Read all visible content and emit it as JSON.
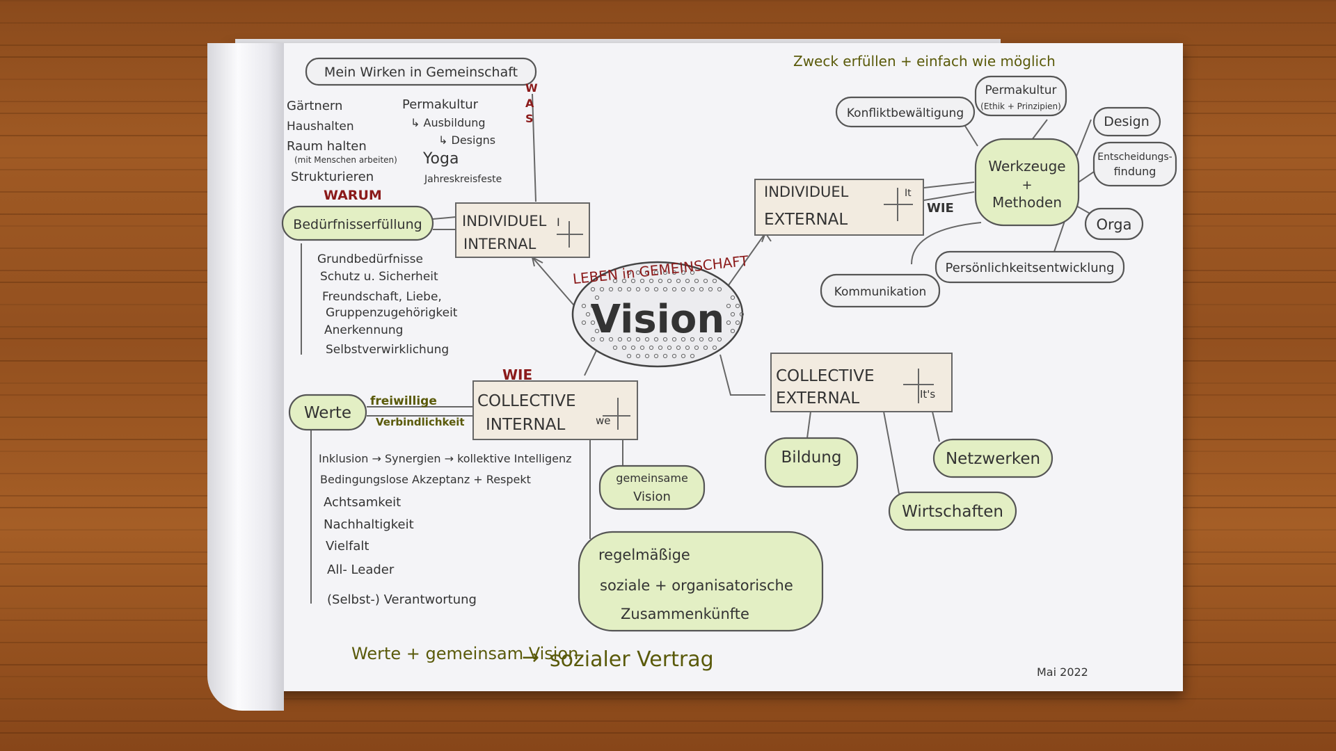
{
  "center": {
    "title": "Vision",
    "arc_label": "LEBEN in GEMEINSCHAFT"
  },
  "top_note": "Zweck erfüllen + einfach wie möglich",
  "date": "Mai 2022",
  "bottom_formula": {
    "left": "Werte + gemeinsam Vision",
    "arrow": "→",
    "right": "sozialer Vertrag"
  },
  "ii": {
    "line1": "INDIVIDUEL",
    "line2": "INTERNAL",
    "tag": "I",
    "header": "Mein Wirken in Gemeinschaft",
    "was": "WAS",
    "was_left": [
      "Gärtnern",
      "Haushalten",
      "Raum halten",
      "Strukturieren"
    ],
    "was_left_note": "(mit Menschen arbeiten)",
    "was_right": [
      "Permakultur",
      "↳ Ausbildung",
      "↳ Designs",
      "Yoga",
      "Jahreskreisfeste"
    ],
    "warum": "WARUM",
    "needs_bubble": "Bedürfnisserfüllung",
    "needs": [
      "Grundbedürfnisse",
      "Schutz u. Sicherheit",
      "Freundschaft, Liebe,",
      "Gruppenzugehörigkeit",
      "Anerkennung",
      "Selbstverwirklichung"
    ]
  },
  "ci": {
    "line1": "COLLECTIVE",
    "line2": "INTERNAL",
    "tag": "we",
    "wie": "WIE",
    "values_bubble": "Werte",
    "connector": [
      "freiwillige",
      "Verbindlichkeit"
    ],
    "values": [
      "Inklusion → Synergien → kollektive Intelligenz",
      "Bedingungslose Akzeptanz + Respekt",
      "Achtsamkeit",
      "Nachhaltigkeit",
      "Vielfalt",
      "All- Leader",
      "(Selbst-) Verantwortung"
    ],
    "vision_bubble": [
      "gemeinsame",
      "Vision"
    ],
    "meetings_bubble": [
      "regelmäßige",
      "soziale + organisatorische",
      "Zusammenkünfte"
    ]
  },
  "ie": {
    "line1": "INDIVIDUEL",
    "line2": "EXTERNAL",
    "tag": "It",
    "wie": "WIE",
    "tools_bubble": [
      "Werkzeuge",
      "+",
      "Methoden"
    ],
    "tools": {
      "permakultur": "Permakultur",
      "permakultur_note": "(Ethik + Prinzipien)",
      "konflikt": "Konfliktbewältigung",
      "design": "Design",
      "entscheidung": [
        "Entscheidungs-",
        "findung"
      ],
      "orga": "Orga",
      "persoenlichkeit": "Persönlichkeitsentwicklung",
      "kommunikation": "Kommunikation"
    }
  },
  "ce": {
    "line1": "COLLECTIVE",
    "line2": "EXTERNAL",
    "tag": "It's",
    "items": [
      "Bildung",
      "Netzwerken",
      "Wirtschaften"
    ]
  }
}
